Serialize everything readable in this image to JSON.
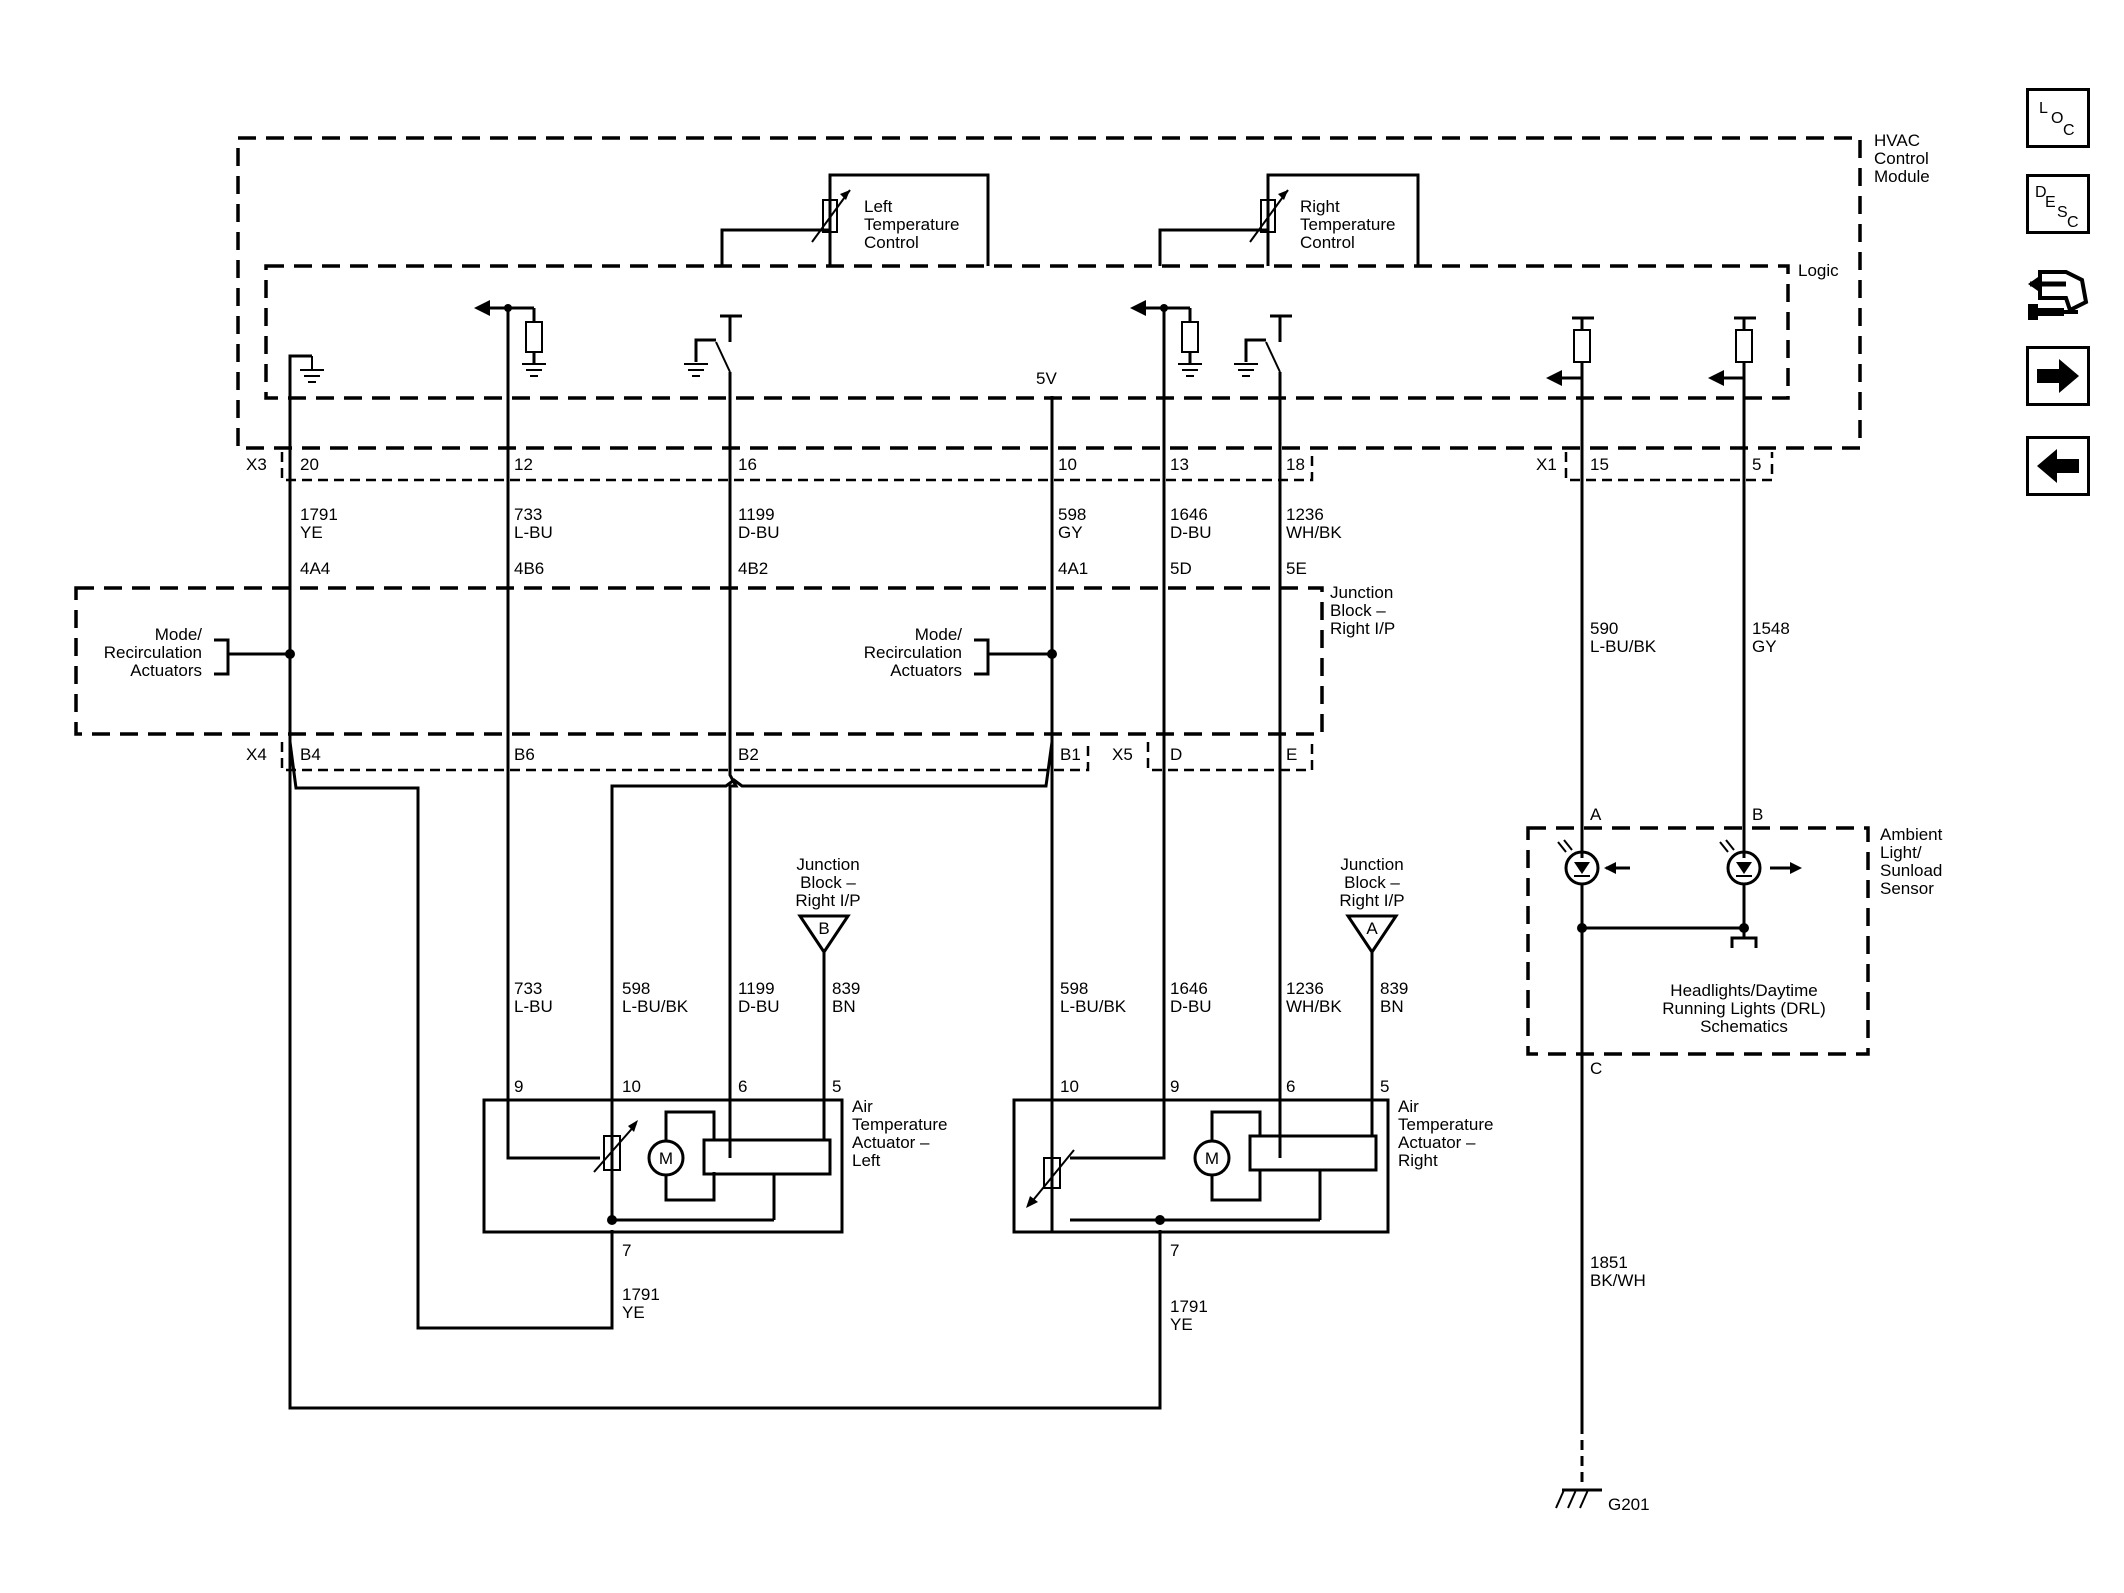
{
  "module": {
    "title_lines": [
      "HVAC",
      "Control",
      "Module"
    ],
    "logic_label": "Logic",
    "left_temp_lines": [
      "Left",
      "Temperature",
      "Control"
    ],
    "right_temp_lines": [
      "Right",
      "Temperature",
      "Control"
    ],
    "five_v": "5V"
  },
  "connectors": {
    "x3": "X3",
    "x1": "X1",
    "x4": "X4",
    "x5": "X5",
    "x3_pins": [
      "20",
      "12",
      "16",
      "10",
      "13",
      "18"
    ],
    "x1_pins": [
      "15",
      "5"
    ],
    "x4_pins": [
      "B4",
      "B6",
      "B2",
      "B1"
    ],
    "x5_pins": [
      "D",
      "E"
    ]
  },
  "upper_wires": [
    {
      "circuit": "1791",
      "color": "YE",
      "jb_pin": "4A4"
    },
    {
      "circuit": "733",
      "color": "L-BU",
      "jb_pin": "4B6"
    },
    {
      "circuit": "1199",
      "color": "D-BU",
      "jb_pin": "4B2"
    },
    {
      "circuit": "598",
      "color": "GY",
      "jb_pin": "4A1"
    },
    {
      "circuit": "1646",
      "color": "D-BU",
      "jb_pin": "5D"
    },
    {
      "circuit": "1236",
      "color": "WH/BK",
      "jb_pin": "5E"
    }
  ],
  "sensor_wires": [
    {
      "circuit": "590",
      "color": "L-BU/BK"
    },
    {
      "circuit": "1548",
      "color": "GY"
    }
  ],
  "junction_block": {
    "title_lines": [
      "Junction",
      "Block –",
      "Right I/P"
    ],
    "mode_recirc_lines": [
      "Mode/",
      "Recirculation",
      "Actuators"
    ]
  },
  "jb_refs": {
    "title_lines": [
      "Junction",
      "Block –",
      "Right I/P"
    ],
    "left_letter": "B",
    "right_letter": "A"
  },
  "left_actuator": {
    "title_lines": [
      "Air",
      "Temperature",
      "Actuator –",
      "Left"
    ],
    "wires": [
      {
        "circuit": "733",
        "color": "L-BU"
      },
      {
        "circuit": "598",
        "color": "L-BU/BK"
      },
      {
        "circuit": "1199",
        "color": "D-BU"
      },
      {
        "circuit": "839",
        "color": "BN"
      }
    ],
    "pins": [
      "9",
      "10",
      "6",
      "5"
    ],
    "ground_pin": "7",
    "ground_wire": {
      "circuit": "1791",
      "color": "YE"
    },
    "motor": "M"
  },
  "right_actuator": {
    "title_lines": [
      "Air",
      "Temperature",
      "Actuator –",
      "Right"
    ],
    "wires": [
      {
        "circuit": "598",
        "color": "L-BU/BK"
      },
      {
        "circuit": "1646",
        "color": "D-BU"
      },
      {
        "circuit": "1236",
        "color": "WH/BK"
      },
      {
        "circuit": "839",
        "color": "BN"
      }
    ],
    "pins": [
      "10",
      "9",
      "6",
      "5"
    ],
    "ground_pin": "7",
    "ground_wire": {
      "circuit": "1791",
      "color": "YE"
    },
    "motor": "M"
  },
  "sensor": {
    "title_lines": [
      "Ambient",
      "Light/",
      "Sunload",
      "Sensor"
    ],
    "pin_a": "A",
    "pin_b": "B",
    "pin_c": "C",
    "drl_lines": [
      "Headlights/Daytime",
      "Running Lights (DRL)",
      "Schematics"
    ]
  },
  "ground": {
    "circuit": "1851",
    "color": "BK/WH",
    "label": "G201"
  },
  "nav": [
    {
      "name": "loc-icon",
      "letters": [
        "L",
        "O",
        "C"
      ]
    },
    {
      "name": "desc-icon",
      "letters": [
        "D",
        "E",
        "S",
        "C"
      ]
    },
    {
      "name": "connector-icon"
    },
    {
      "name": "next-arrow-icon"
    },
    {
      "name": "previous-arrow-icon"
    }
  ]
}
